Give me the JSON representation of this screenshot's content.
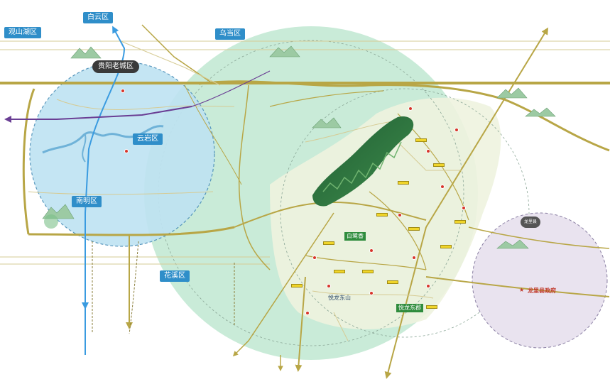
{
  "districts": {
    "baiyun": "白云区",
    "guanshanhu": "观山湖区",
    "wudang": "乌当区",
    "laochengqu": "贵阳老城区",
    "yunyan": "云岩区",
    "nanming": "南明区",
    "huaxi": "花溪区"
  },
  "inset_header": "龙里县",
  "places": {
    "bailinxiang": "白鹭香",
    "yuelong_dongshan": "悦龙东山",
    "yuelong_dongjun": "悦龙东郡",
    "longligov": "龙里县政府"
  },
  "icons": {
    "mountain": "mountain-icon",
    "poi": "poi-marker-icon",
    "gov": "government-star-icon"
  },
  "colors": {
    "old_city_circle": "#bfe3f2",
    "old_city_border": "#4c8fb8",
    "green_circle": "#c9ebd8",
    "inset_circle": "#e9e3ef",
    "main_road": "#b8a646",
    "badge_blue": "#2f8ec9",
    "arrow_blue": "#3a9be0",
    "arrow_purple": "#6a3e94"
  }
}
